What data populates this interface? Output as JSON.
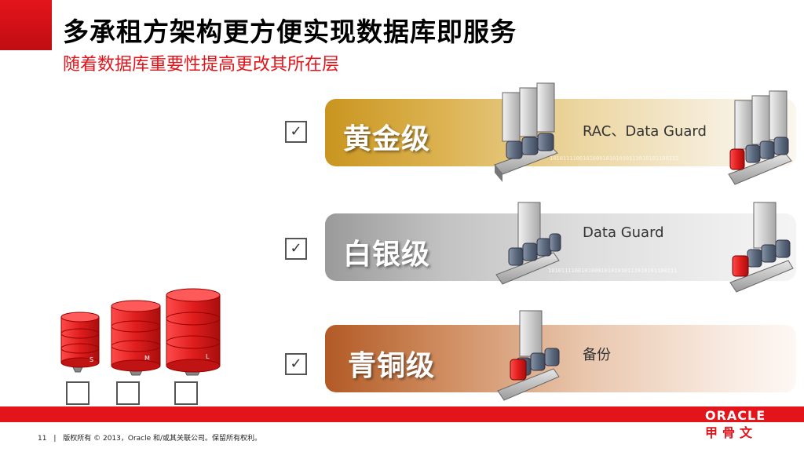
{
  "slide": {
    "title": "多承租方架构更方便实现数据库即服务",
    "subtitle": "随着数据库重要性提高更改其所在层"
  },
  "tiers": [
    {
      "label": "黄金级",
      "description": "RAC、Data Guard",
      "checked": true,
      "color": "#c9951f"
    },
    {
      "label": "白银级",
      "description": "Data Guard",
      "checked": true,
      "color": "#9a9a9a"
    },
    {
      "label": "青铜级",
      "description": "备份",
      "checked": true,
      "color": "#b25a26"
    }
  ],
  "check_glyph": "✓",
  "databases": [
    {
      "size": "S"
    },
    {
      "size": "M"
    },
    {
      "size": "L"
    }
  ],
  "binary_stream": "101011110010100010101010111010101100111",
  "footer": {
    "page_number": "11",
    "copyright": "版权所有 © 2013，Oracle 和/或其关联公司。保留所有权利。",
    "brand": "ORACLE",
    "brand_cn": "甲骨文"
  },
  "colors": {
    "accent_red": "#e4141b",
    "db_red": "#e02020"
  }
}
